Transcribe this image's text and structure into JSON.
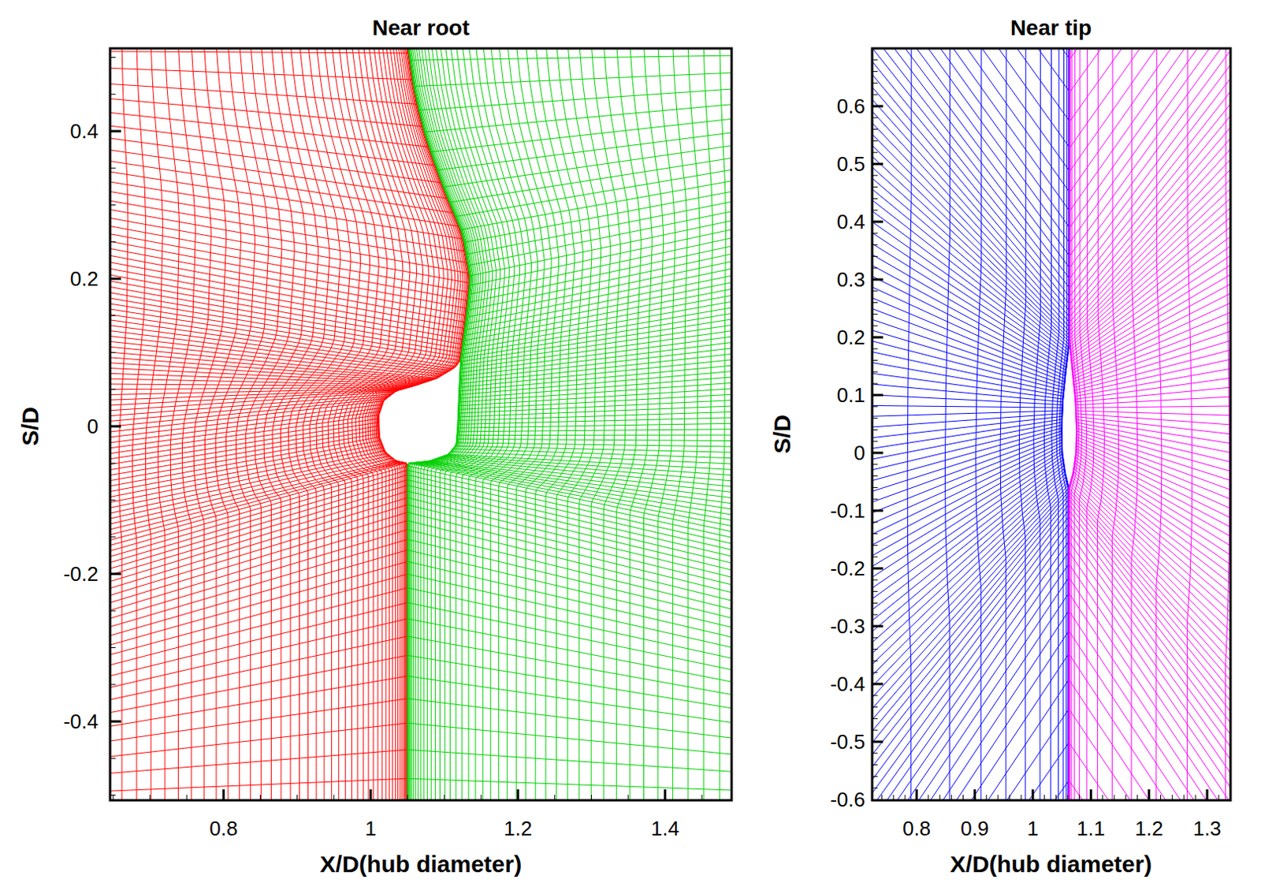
{
  "diagram": {
    "labels": [
      "Near root",
      "S/D",
      "0.4",
      "0.2",
      "0",
      "-0.2",
      "-0.4",
      "0.8",
      "1",
      "1.2",
      "1.4",
      "X/D(hub diameter)",
      "Near tip",
      "S/D",
      "0.6",
      "0.5",
      "0.4",
      "0.3",
      "0.2",
      "0.1",
      "0",
      "-0.1",
      "-0.2",
      "-0.3",
      "-0.4",
      "-0.5",
      "-0.6",
      "0.8",
      "0.9",
      "1",
      "1.1",
      "1.2",
      "1.3",
      "X/D(hub diameter)"
    ]
  }
}
